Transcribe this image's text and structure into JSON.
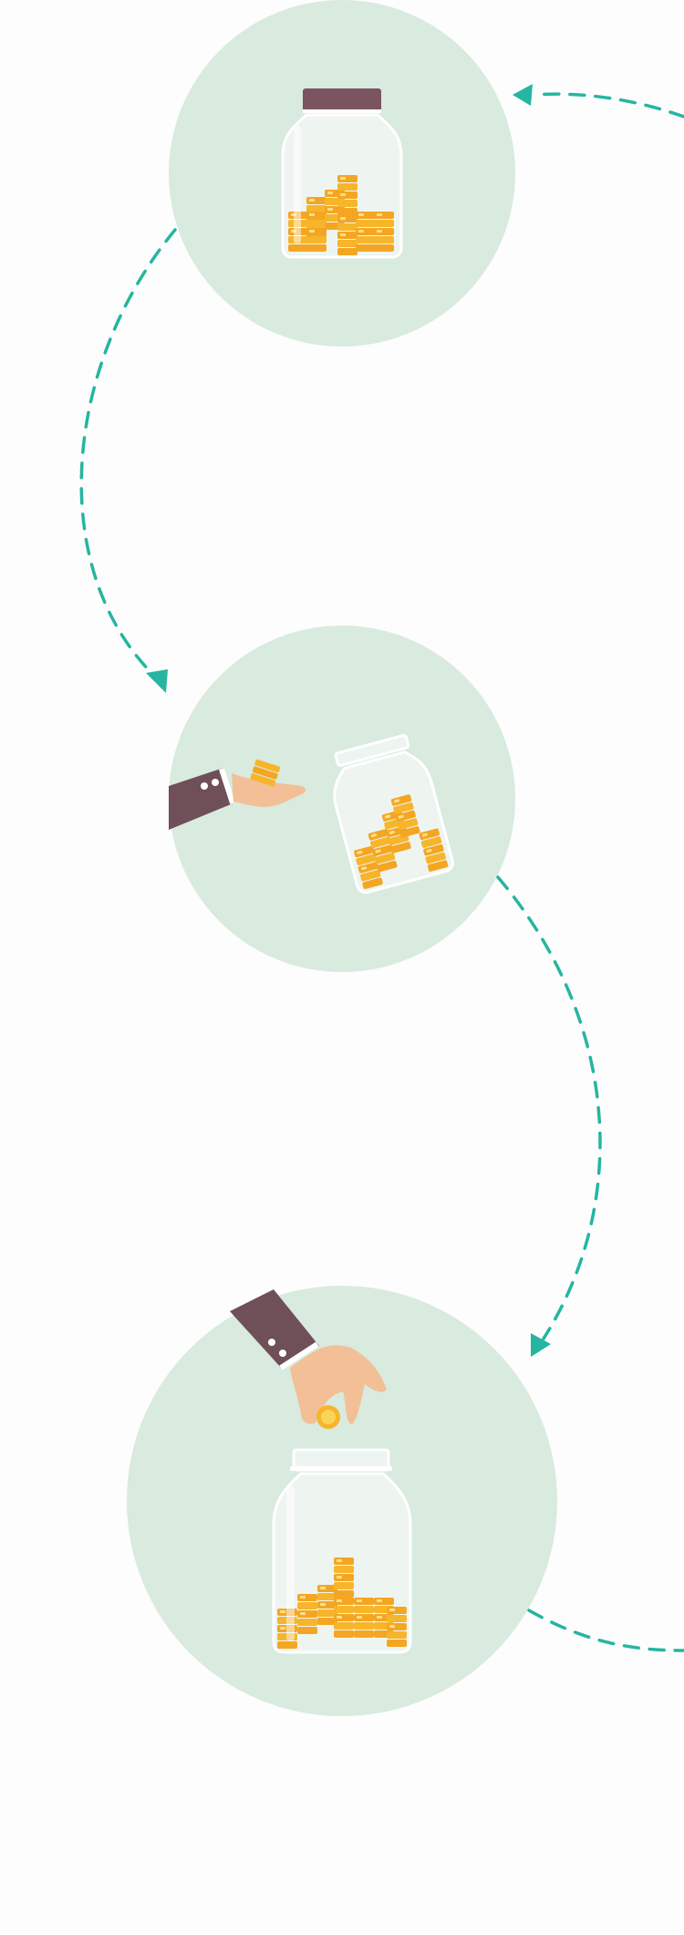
{
  "colors": {
    "background": "#fdfdfd",
    "circle": "#d9eadf",
    "arrow": "#26b5a0",
    "lid": "#7a555f",
    "sleeve": "#6f4f58",
    "skin": "#f2bf97",
    "coin": "#f7b52b",
    "coin_light": "#fbd45c",
    "glass": "#eef5f1"
  },
  "steps": [
    {
      "name": "closed-savings-jar",
      "icon": "jar-with-lid-icon"
    },
    {
      "name": "withdraw-coins",
      "icon": "hand-taking-coins-icon"
    },
    {
      "name": "deposit-coin",
      "icon": "hand-dropping-coin-icon"
    }
  ],
  "flow": [
    {
      "from": "right-edge",
      "to": "closed-savings-jar"
    },
    {
      "from": "closed-savings-jar",
      "to": "withdraw-coins"
    },
    {
      "from": "withdraw-coins",
      "to": "deposit-coin"
    },
    {
      "from": "deposit-coin",
      "to": "right-edge"
    }
  ]
}
